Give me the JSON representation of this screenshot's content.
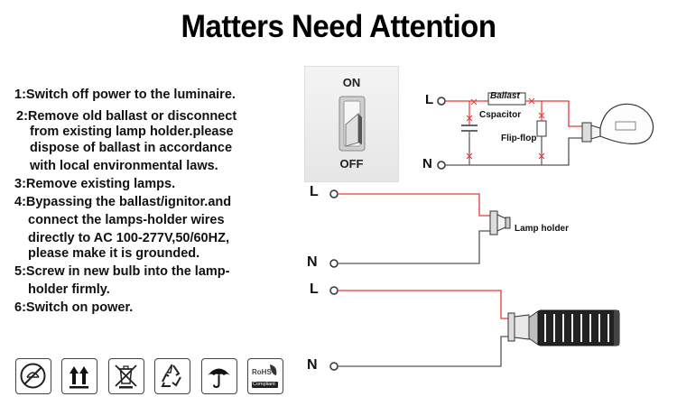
{
  "title": "Matters Need Attention",
  "steps": [
    {
      "lines": [
        "1:Switch off power to the luminaire."
      ]
    },
    {
      "lines": [
        "2:Remove old ballast or disconnect",
        "from existing lamp holder.please",
        "dispose of ballast in accordance",
        "with local environmental laws."
      ]
    },
    {
      "lines": [
        "3:Remove existing lamps."
      ]
    },
    {
      "lines": [
        "4:Bypassing the ballast/ignitor.and",
        "connect the lamps-holder wires",
        "directly to AC 100-277V,50/60HZ,",
        "please make it is grounded."
      ]
    },
    {
      "lines": [
        "5:Screw in new bulb into the lamp-",
        "holder firmly."
      ]
    },
    {
      "lines": [
        "6:Switch on power."
      ]
    }
  ],
  "switch": {
    "on_label": "ON",
    "off_label": "OFF"
  },
  "diagram1": {
    "live": "L",
    "neutral": "N",
    "ballast": "Ballast",
    "capacitor": "Cspacitor",
    "flipflop": "Flip-flop"
  },
  "diagram2": {
    "live": "L",
    "neutral": "N",
    "holder": "Lamp holder"
  },
  "diagram3": {
    "live": "L",
    "neutral": "N"
  },
  "icons": [
    {
      "name": "no-dimmer-icon"
    },
    {
      "name": "this-way-up-icon"
    },
    {
      "name": "no-trash-bin-icon"
    },
    {
      "name": "recycle-icon"
    },
    {
      "name": "keep-dry-umbrella-icon"
    },
    {
      "name": "rohs-compliant-icon",
      "label": "RoHS",
      "sub": "Compliant"
    }
  ],
  "colors": {
    "wire_live": "#e53935",
    "wire_neutral": "#555555",
    "text": "#111111"
  }
}
